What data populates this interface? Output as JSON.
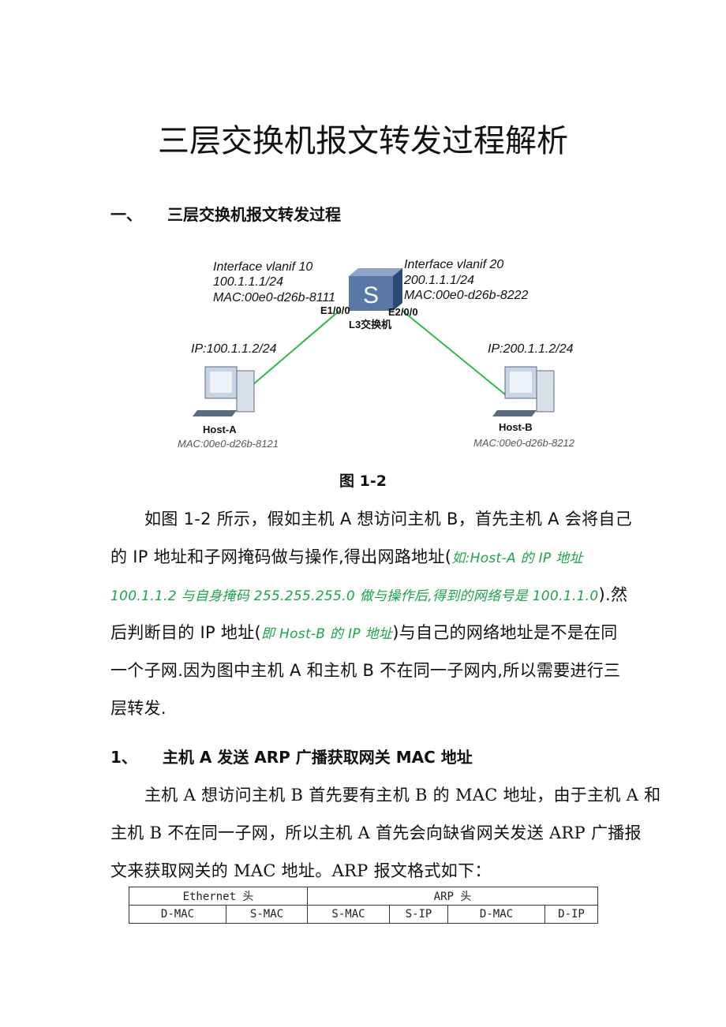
{
  "title": "三层交换机报文转发过程解析",
  "section1": {
    "num": "一、",
    "text": "三层交换机报文转发过程"
  },
  "diagram": {
    "left_iface": [
      "Interface vlanif 10",
      "100.1.1.1/24",
      "MAC:00e0-d26b-8111"
    ],
    "right_iface": [
      "Interface vlanif 20",
      "200.1.1.1/24",
      "MAC:00e0-d26b-8222"
    ],
    "port_left": "E1/0/0",
    "port_right": "E2/0/0",
    "switch_label": "L3交换机",
    "switch_glyph": "S",
    "host_a": {
      "ip": "IP:100.1.1.2/24",
      "name": "Host-A",
      "mac": "MAC:00e0-d26b-8121"
    },
    "host_b": {
      "ip": "IP:200.1.1.2/24",
      "name": "Host-B",
      "mac": "MAC:00e0-d26b-8212"
    },
    "link_color": "#2db84a"
  },
  "caption": "图 1-2",
  "para1": {
    "l1": "如图 1-2 所示，假如主机 A 想访问主机 B，首先主机 A 会将自己",
    "l2a": "的 IP 地址和子网掩码做与操作,得出网路地址(",
    "l2b": "如:Host-A 的 IP 地址",
    "l3a": "100.1.1.2 与自身掩码 255.255.255.0 做与操作后,得到的网络号是 100.1.1.0",
    ").": "",
    "l3b": ").然",
    "l4a": "后判断目的 IP 地址(",
    "l4b": "即 Host-B 的 IP 地址",
    "l4c": ")与自己的网络地址是不是在同",
    "l5": "一个子网.因为图中主机 A 和主机 B 不在同一子网内,所以需要进行三",
    "l6": "层转发."
  },
  "section2": {
    "num": "1、",
    "text": "主机 A 发送 ARP 广播获取网关 MAC 地址"
  },
  "para2": {
    "l1": "主机 A 想访问主机 B 首先要有主机 B 的 MAC 地址，由于主机 A 和",
    "l2": "主机 B 不在同一子网，所以主机 A 首先会向缺省网关发送 ARP 广播报",
    "l3": "文来获取网关的 MAC 地址。ARP 报文格式如下："
  },
  "arp_table": {
    "groups": [
      "Ethernet 头",
      "ARP 头"
    ],
    "fields": [
      "D-MAC",
      "S-MAC",
      "S-MAC",
      "S-IP",
      "D-MAC",
      "D-IP"
    ]
  }
}
